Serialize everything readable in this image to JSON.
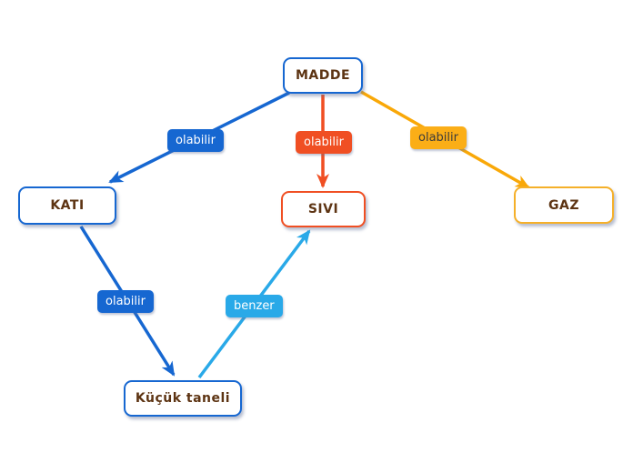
{
  "colors": {
    "canvas_bg": "#ffffff",
    "blue": "#1667d1",
    "light_blue": "#29a9e8",
    "orange": "#f04f23",
    "amber": "#f9a808",
    "amber_label": "#fbae17",
    "amber_border": "#f5b02a",
    "node_text": "#5d3413",
    "label_text_light": "#ffffff",
    "label_text_dark": "#3b3b3b"
  },
  "nodes": {
    "madde": {
      "label": "MADDE"
    },
    "kati": {
      "label": "KATI"
    },
    "sivi": {
      "label": "SIVI"
    },
    "gaz": {
      "label": "GAZ"
    },
    "kucuk_taneli": {
      "label": "Küçük taneli"
    }
  },
  "edges": {
    "madde_kati": {
      "label": "olabilir"
    },
    "madde_sivi": {
      "label": "olabilir"
    },
    "madde_gaz": {
      "label": "olabilir"
    },
    "kati_kucuk_taneli": {
      "label": "olabilir"
    },
    "kucuk_taneli_sivi": {
      "label": "benzer"
    }
  }
}
